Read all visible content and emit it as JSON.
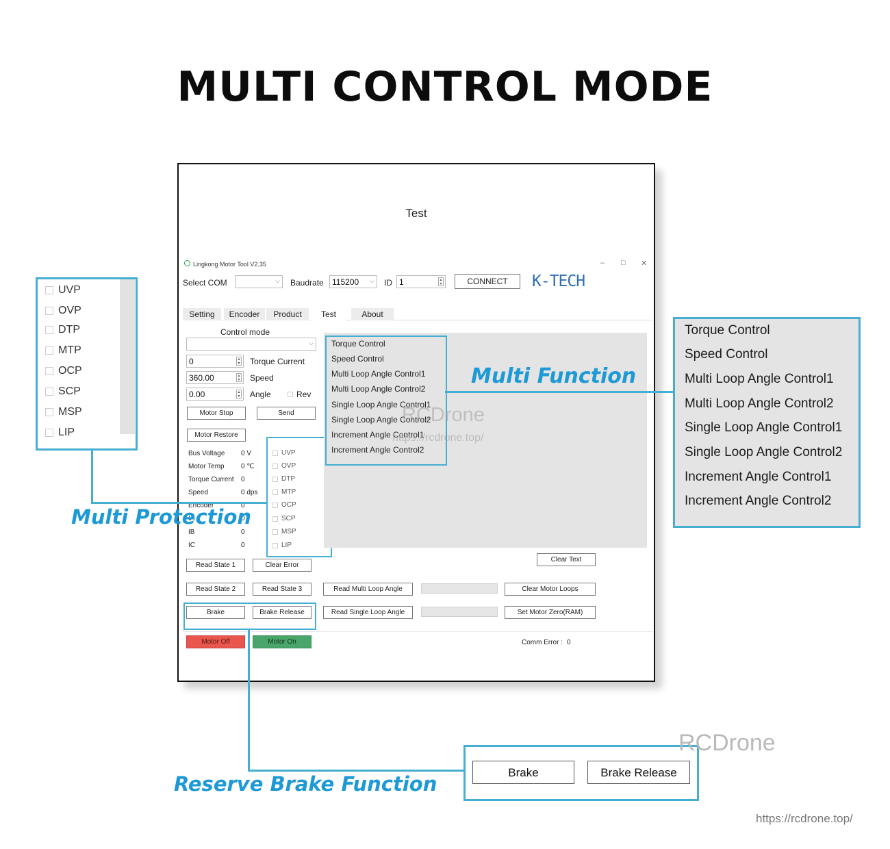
{
  "heading": "MULTI CONTROL MODE",
  "window": {
    "title": "Test",
    "app_name": "Lingkong  Motor  Tool  V2.35",
    "controls": {
      "minimize": "–",
      "maximize": "□",
      "close": "✕"
    },
    "toolbar": {
      "select_com_label": "Select COM",
      "select_com_value": "",
      "baudrate_label": "Baudrate",
      "baudrate_value": "115200",
      "id_label": "ID",
      "id_value": "1",
      "connect_label": "CONNECT",
      "logo": "K-TECH"
    },
    "tabs": [
      "Setting",
      "Encoder",
      "Product",
      "Test",
      "About"
    ],
    "active_tab": "Test",
    "control_mode_label": "Control mode",
    "control_mode_value": "",
    "fields": [
      {
        "value": "0",
        "label": "Torque Current"
      },
      {
        "value": "360.00",
        "label": "Speed"
      },
      {
        "value": "0.00",
        "label": "Angle"
      }
    ],
    "rev_label": "Rev",
    "motor_stop_label": "Motor Stop",
    "send_label": "Send",
    "motor_restore_label": "Motor Restore",
    "status_rows": [
      {
        "label": "Bus Voltage",
        "value": "0 V"
      },
      {
        "label": "Motor Temp",
        "value": "0 ℃"
      },
      {
        "label": "Torque Current",
        "value": "0"
      },
      {
        "label": "Speed",
        "value": "0 dps"
      },
      {
        "label": "Encoder",
        "value": "0"
      },
      {
        "label": "IA",
        "value": "0"
      },
      {
        "label": "IB",
        "value": "0"
      },
      {
        "label": "IC",
        "value": "0"
      }
    ],
    "protections": [
      "UVP",
      "OVP",
      "DTP",
      "MTP",
      "OCP",
      "SCP",
      "MSP",
      "LIP"
    ],
    "modes": [
      "Torque Control",
      "Speed Control",
      "Multi Loop Angle Control1",
      "Multi Loop Angle Control2",
      "Single Loop Angle Control1",
      "Single Loop Angle Control2",
      "Increment Angle Control1",
      "Increment Angle Control2"
    ],
    "buttons": {
      "read_state_1": "Read State 1",
      "clear_error": "Clear Error",
      "clear_text": "Clear Text",
      "read_state_2": "Read State 2",
      "read_state_3": "Read State 3",
      "read_multi_loop_angle": "Read Multi Loop Angle",
      "clear_motor_loops": "Clear Motor Loops",
      "brake": "Brake",
      "brake_release": "Brake Release",
      "read_single_loop_angle": "Read Single Loop Angle",
      "set_motor_zero": "Set Motor Zero(RAM)",
      "motor_off": "Motor Off",
      "motor_on": "Motor On"
    },
    "comm_error_label": "Comm Error :",
    "comm_error_value": "0",
    "overlay_watermark": "RCDrone",
    "overlay_url": "https://rcdrone.top/"
  },
  "callouts": {
    "multi_function": "Multi Function",
    "multi_protection": "Multi Protection",
    "reserve_brake": "Reserve Brake Function"
  },
  "brake_panel": {
    "brake": "Brake",
    "brake_release": "Brake Release"
  },
  "watermark": "RCDrone",
  "footer_url": "https://rcdrone.top/",
  "colors": {
    "accent": "#46aed1",
    "callout_text": "#1d9ad6",
    "motor_off": "#e8564e",
    "motor_on": "#4aa56a"
  }
}
